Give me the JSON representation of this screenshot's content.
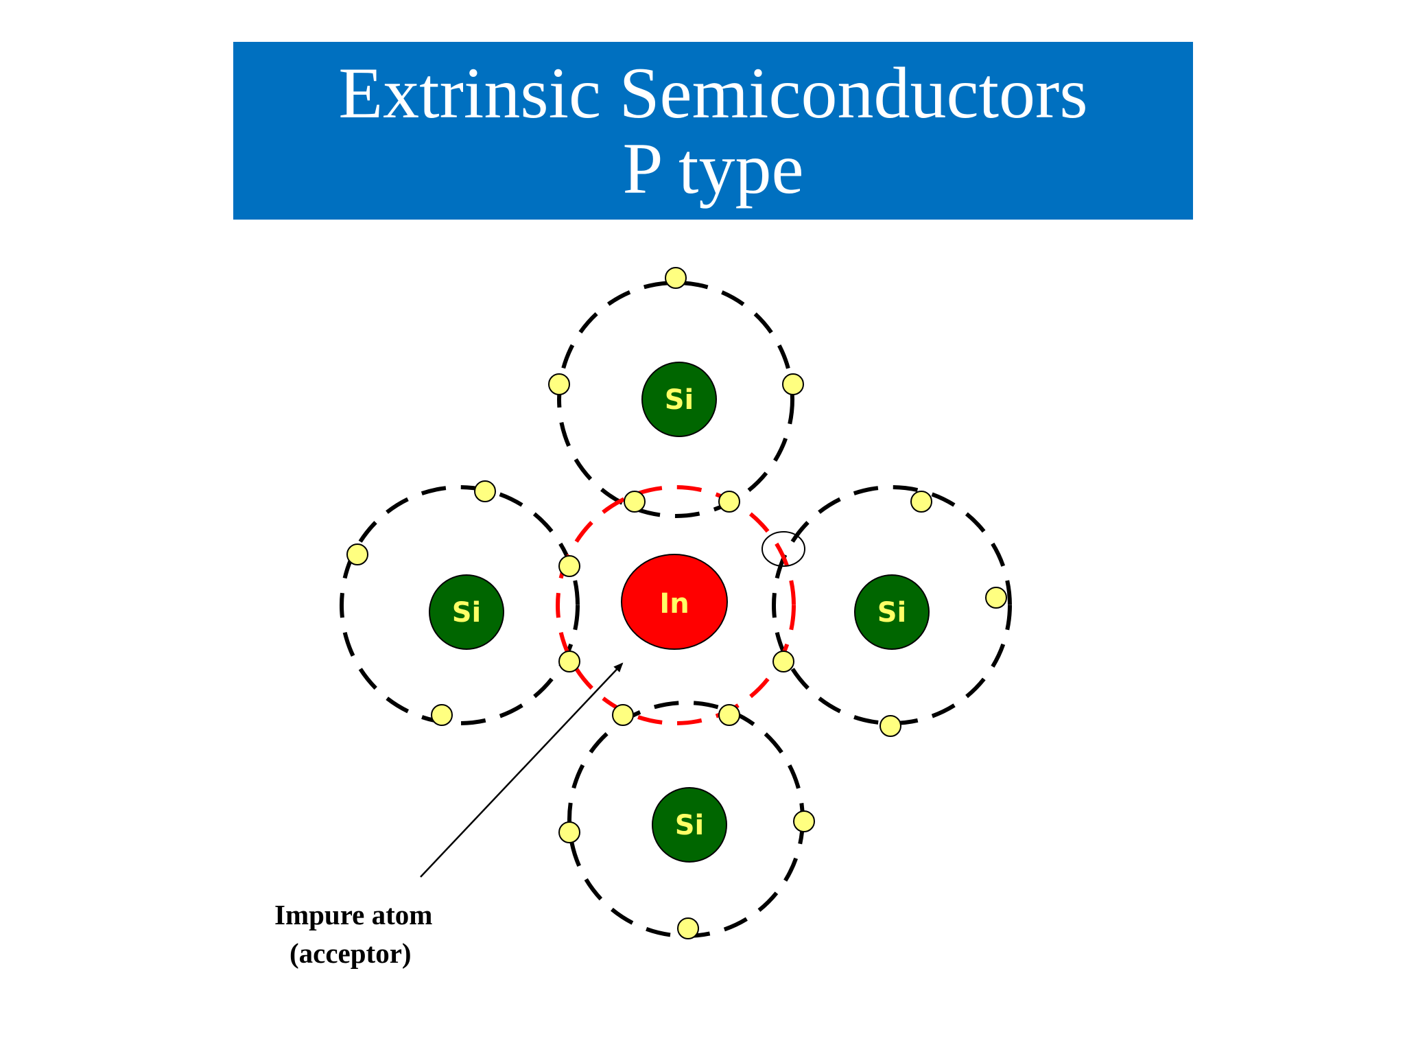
{
  "title": {
    "line1": "Extrinsic Semiconductors",
    "line2": "P type"
  },
  "atoms": {
    "top": "Si",
    "left": "Si",
    "center": "In",
    "right": "Si",
    "bottom": "Si"
  },
  "annotation": {
    "line1": "Impure atom",
    "line2": "(acceptor)"
  },
  "colors": {
    "banner": "#0070C0",
    "si_nucleus": "#006600",
    "in_nucleus": "#FF0000",
    "electron": "#FFFF80",
    "label": "#FFFF66",
    "orbit_si": "#000000",
    "orbit_in": "#FF0000"
  }
}
